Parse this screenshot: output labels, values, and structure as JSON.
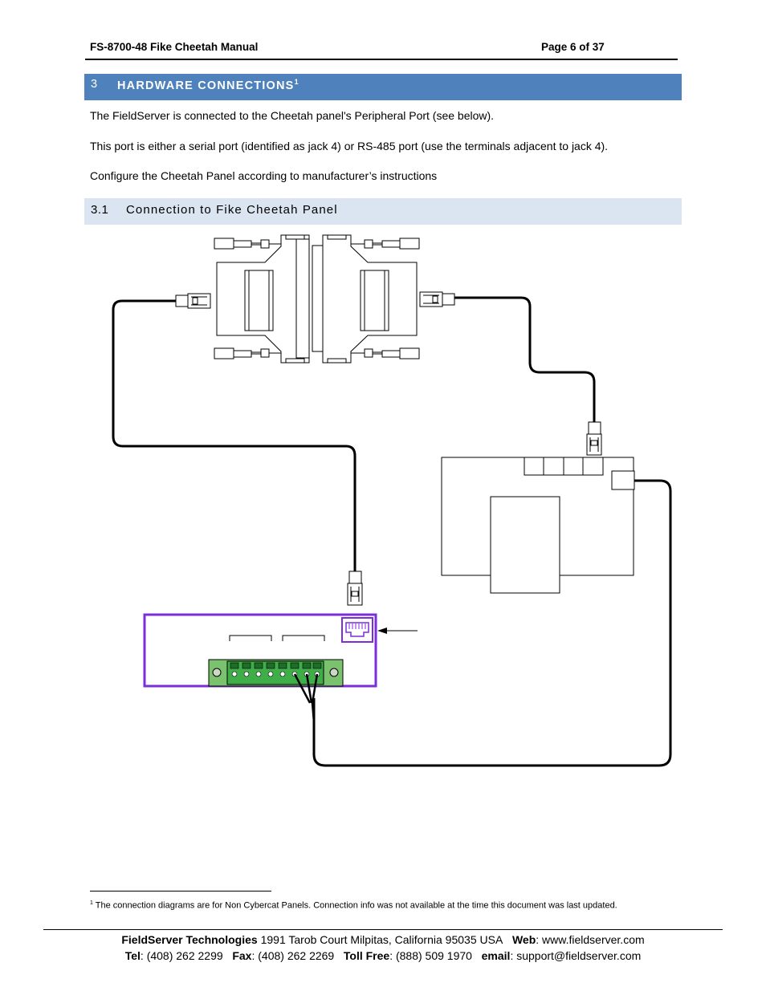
{
  "header": {
    "doc_title": "FS-8700-48 Fike Cheetah Manual",
    "page": "Page 6 of 37"
  },
  "section": {
    "number": "3",
    "title": "HARDWARE CONNECTIONS",
    "footnote_ref": "1",
    "paragraphs": [
      "The FieldServer is connected to the Cheetah panel's Peripheral Port (see below).",
      "This port is either a serial port (identified as jack 4) or RS-485 port (use the terminals adjacent to jack 4).",
      "Configure the Cheetah Panel according to manufacturer’s instructions"
    ]
  },
  "subsection": {
    "number": "3.1",
    "title": "Connection to Fike Cheetah Panel"
  },
  "diagram": {
    "colors": {
      "line": "#000000",
      "board_border": "#7b2fd8",
      "terminal_green": "#3fae49",
      "terminal_body": "#7ac26e"
    },
    "icons": [
      "db9-adapter-left",
      "db9-adapter-right",
      "rj45-plug",
      "fieldserver-board",
      "panel-board",
      "rj45-jack",
      "terminal-block",
      "arrow-left"
    ]
  },
  "footnote": {
    "number": "1",
    "text": "The connection diagrams are for Non Cybercat Panels. Connection info was not available at the time this document was last updated."
  },
  "footer": {
    "company": "FieldServer Technologies",
    "address": " 1991 Tarob Court Milpitas, California 95035 USA",
    "web_label": "Web",
    "web": ": www.fieldserver.com",
    "tel_label": "Tel",
    "tel": ": (408) 262 2299",
    "fax_label": "Fax",
    "fax": ": (408) 262 2269",
    "tollfree_label": "Toll Free",
    "tollfree": ": (888) 509 1970",
    "email_label": "email",
    "email": ": support@fieldserver.com"
  }
}
